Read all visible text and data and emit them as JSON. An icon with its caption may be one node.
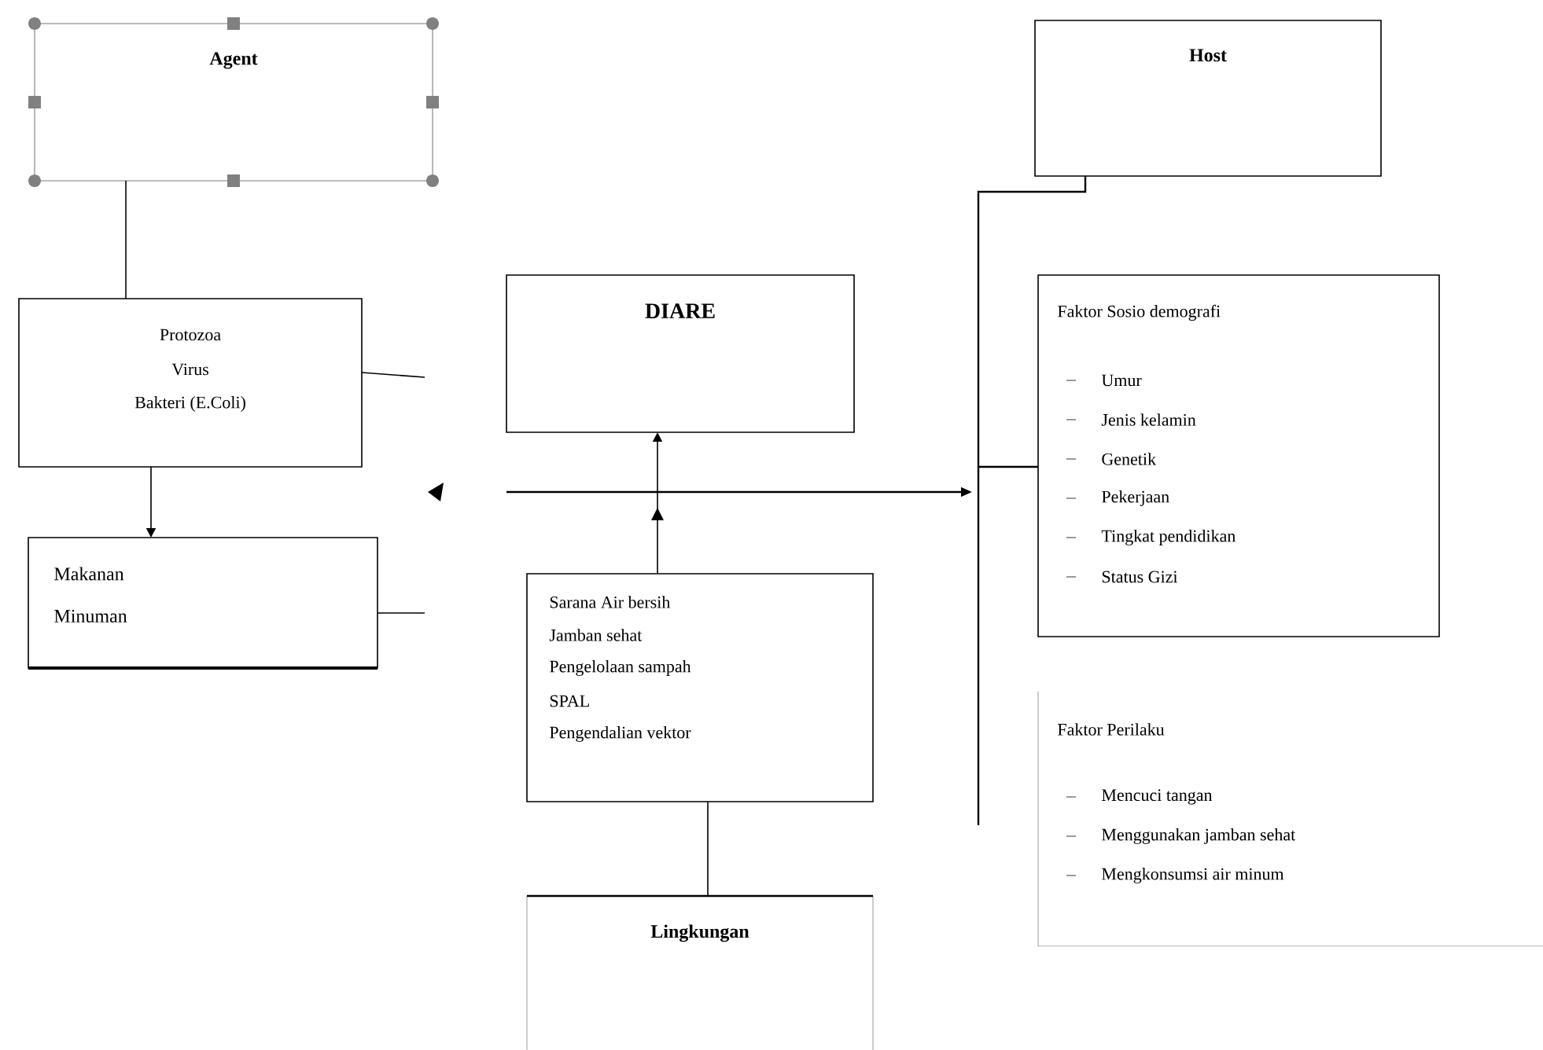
{
  "diagram": {
    "nodes": [
      {
        "text": [
          "Agent"
        ]
      },
      {
        "text": [
          "Protozoa",
          "Virus",
          "Bakteri (E.Coli)"
        ]
      },
      {
        "text": [
          "Makanan",
          "Minuman"
        ]
      },
      {
        "text": [
          "Host"
        ]
      },
      {
        "text": [
          "Faktor Sosio demografi",
          "Umur",
          "Jenis kelamin",
          "Genetik",
          "Pekerjaan",
          "Tingkat pendidikan",
          "Status Gizi"
        ]
      },
      {
        "text": [
          "DIARE"
        ]
      },
      {
        "text": [
          "Sarana Air bersih",
          "Jamban sehat",
          "Pengelolaan sampah",
          "SPAL",
          "Pengendalian vektor"
        ]
      },
      {
        "text": [
          "Lingkungan"
        ]
      },
      {
        "text": [
          "Faktor Perilaku",
          "Mencuci tangan",
          "Menggunakan jamban sehat",
          "Mengkonsumsi air minum"
        ]
      }
    ],
    "edges": [
      {
        "from": 0,
        "to": 1,
        "arrow": "none"
      },
      {
        "from": 1,
        "to": 2,
        "arrow": "to"
      },
      {
        "from": 1,
        "to": null,
        "arrow": "none"
      },
      {
        "from": 2,
        "to": null,
        "arrow": "none"
      },
      {
        "from": 6,
        "to": 5,
        "arrow": "to"
      },
      {
        "from": 7,
        "to": 6,
        "arrow": "none"
      },
      {
        "from": 3,
        "to": 4,
        "arrow": "none"
      }
    ]
  }
}
